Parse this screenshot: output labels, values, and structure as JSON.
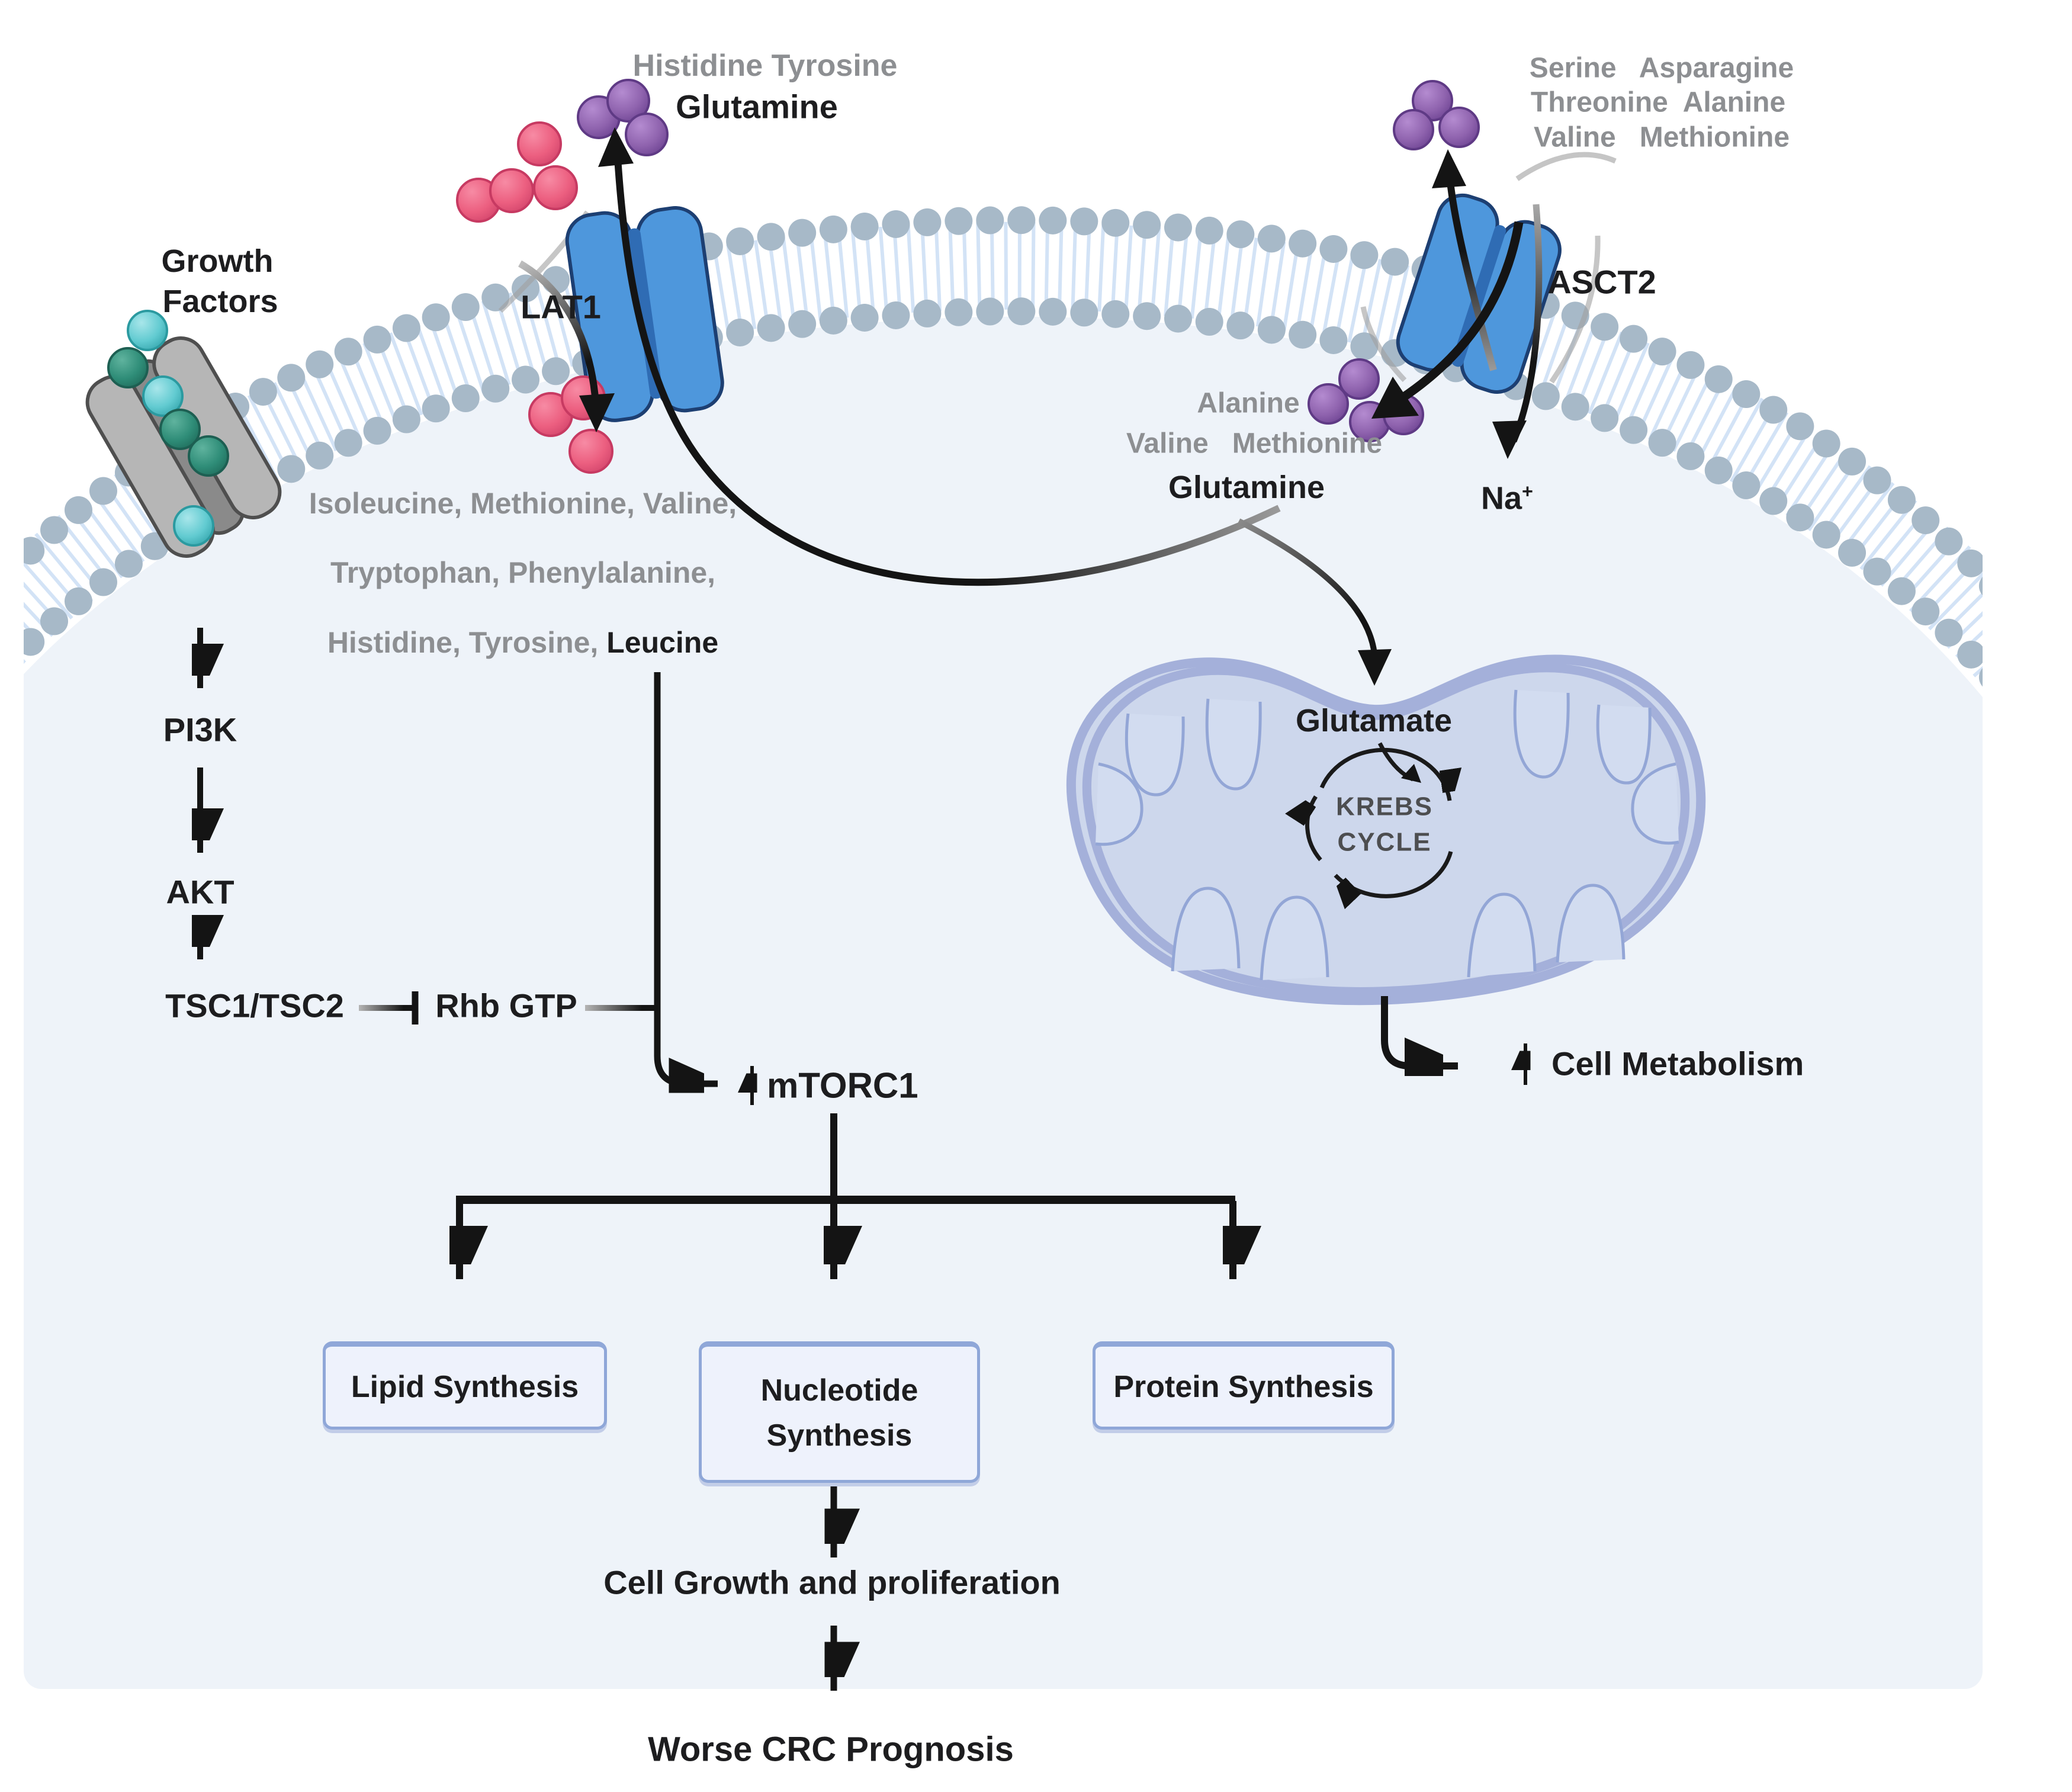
{
  "colors": {
    "cell_interior": "#eef3f9",
    "membrane_head": "#a7b9c8",
    "membrane_tail": "#d3e3f6",
    "transporter_blue": "#4e97dc",
    "transporter_outline": "#1d3f72",
    "receptor_gray": "#b6b6b6",
    "amino_pink": "#ec5f80",
    "amino_purple": "#8f63ae",
    "growth_factor_teal": "#62cbd1",
    "growth_factor_teal_dark": "#2f8d78",
    "mito_fill": "#cdd7ec",
    "mito_border": "#a4b0da",
    "box_fill": "#eef2fc",
    "box_border": "#8fa7d8",
    "text_gray": "#8d8f92",
    "text_black": "#1d1d1f"
  },
  "growth_factors": {
    "line1": "Growth",
    "line2": "Factors"
  },
  "lat1": {
    "label": "LAT1",
    "exported_gray": "Histidine Tyrosine",
    "exported_black": "Glutamine",
    "imported_line1": "Isoleucine, Methionine, Valine,",
    "imported_line2": "Tryptophan, Phenylalanine,",
    "imported_line3_gray": "Histidine, Tyrosine, ",
    "imported_line3_black": "Leucine"
  },
  "asct2": {
    "label": "ASCT2",
    "exported_line1": "Serine   Asparagine",
    "exported_line2": "Threonine  Alanine",
    "exported_line3": "Valine   Methionine",
    "imported_line1": "Alanine",
    "imported_line2": "Valine   Methionine",
    "imported_black": "Glutamine",
    "sodium_base": "Na",
    "sodium_sup": "+"
  },
  "pathway": {
    "pi3k": "PI3K",
    "akt": "AKT",
    "tsc": "TSC1/TSC2",
    "rhb": "Rhb GTP",
    "mtorc1": "mTORC1"
  },
  "mitochondrion": {
    "glutamate": "Glutamate",
    "krebs_line1": "KREBS",
    "krebs_line2": "CYCLE",
    "output": "Cell Metabolism"
  },
  "outputs": {
    "boxes": [
      {
        "label": "Lipid Synthesis"
      },
      {
        "line1": "Nucleotide",
        "line2": "Synthesis"
      },
      {
        "label": "Protein Synthesis"
      }
    ],
    "growth": "Cell Growth and proliferation",
    "prognosis": "Worse CRC Prognosis"
  }
}
